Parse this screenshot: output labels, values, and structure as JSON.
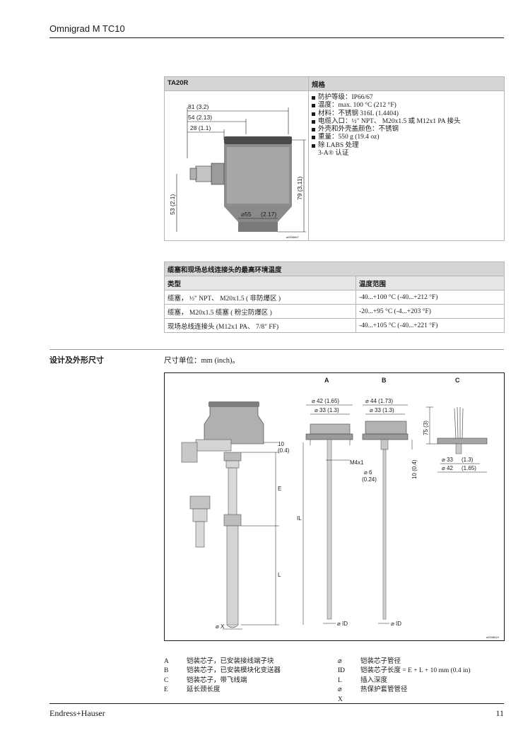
{
  "header": {
    "title": "Omnigrad M TC10"
  },
  "spec_table": {
    "col1_header": "TA20R",
    "col2_header": "规格",
    "items": [
      "防护等级：IP66/67",
      "温度：max. 100 °C (212 °F)",
      "材料：不锈钢 316L (1.4404)",
      "电缆入口：½\" NPT、 M20x1.5 或 M12x1 PA 接头",
      "外壳和外壳盖颜色：不锈钢",
      "重量：550 g (19.4 oz)",
      "除 LABS 处理"
    ],
    "item_cont": "3-A® 认证",
    "drawing": {
      "dim_81": "81 (3.2)",
      "dim_54": "54 (2.13)",
      "dim_28": "28 (1.1)",
      "dim_53": "53 (2.1)",
      "dim_79": "79 (3.11)",
      "dim_55": "⌀55",
      "dim_55b": "(2.17)",
      "code": "a0008667"
    }
  },
  "ambient_table": {
    "title": "缆塞和现场总线连接头的最高环境温度",
    "col1_header": "类型",
    "col2_header": "温度范围",
    "rows": [
      {
        "type": "缆塞， ½\" NPT、 M20x1.5 ( 非防爆区 )",
        "range": "-40...+100 °C (-40...+212 °F)"
      },
      {
        "type": "缆塞， M20x1.5 缆塞 ( 粉尘防爆区 )",
        "range": "-20...+95 °C (-4...+203 °F)"
      },
      {
        "type": "现场总线连接头 (M12x1 PA、 7/8\" FF)",
        "range": "-40...+105 °C (-40...+221 °F)"
      }
    ]
  },
  "section": {
    "title": "设计及外形尺寸",
    "unit_note": "尺寸单位：mm (inch)。"
  },
  "figure": {
    "label_a": "A",
    "label_b": "B",
    "label_c": "C",
    "dim_10": "10",
    "dim_10b": "(0.4)",
    "label_e": "E",
    "label_il": "IL",
    "label_l": "L",
    "label_ox": "⌀ X",
    "a_d42": "⌀ 42 (1.65)",
    "a_d33": "⌀ 33 (1.3)",
    "a_m4": "M4x1",
    "a_id": "⌀ ID",
    "b_d44": "⌀ 44 (1.73)",
    "b_d33": "⌀ 33 (1.3)",
    "b_d6": "⌀ 6",
    "b_d6b": "(0.24)",
    "b_h10": "10 (0.4)",
    "b_id": "⌀ ID",
    "c_h75": "75 (3)",
    "c_d33": "⌀ 33",
    "c_d33b": "(1.3)",
    "c_d42": "⌀ 42",
    "c_d42b": "(1.65)",
    "code": "a0008619"
  },
  "legend": {
    "left": [
      {
        "key": "A",
        "text": "铠装芯子，已安装接线端子块"
      },
      {
        "key": "B",
        "text": "铠装芯子，已安装模块化变送器"
      },
      {
        "key": "C",
        "text": "铠装芯子，带飞线端"
      },
      {
        "key": "E",
        "text": "延长颈长度"
      }
    ],
    "right": [
      {
        "key": "⌀ ID",
        "text": "铠装芯子管径"
      },
      {
        "key": "IL",
        "text": "铠装芯子长度 = E + L + 10 mm (0.4 in)"
      },
      {
        "key": "L",
        "text": "插入深度"
      },
      {
        "key": "⌀ X",
        "text": "热保护套管管径"
      }
    ]
  },
  "footer": {
    "brand": "Endress+Hauser",
    "page": "11"
  }
}
